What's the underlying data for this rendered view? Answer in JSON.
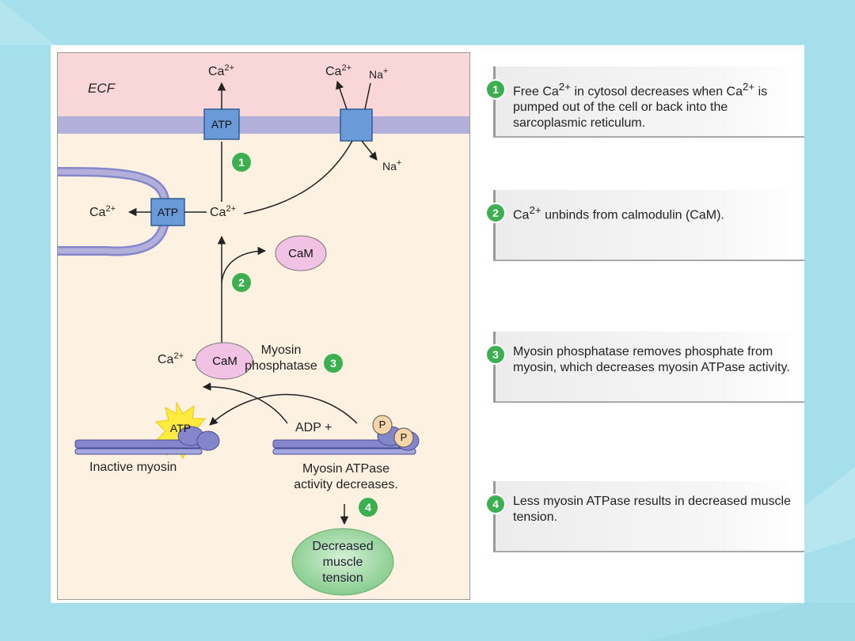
{
  "diagram": {
    "ecf_label": "ECF",
    "pump_label": "ATP",
    "sr_pump_label": "ATP",
    "top_ca_label": "Ca",
    "top_ca_sup": "2+",
    "exchanger_ca_label": "Ca",
    "exchanger_ca_sup": "2+",
    "na_top_label": "Na",
    "na_top_sup": "+",
    "na_bottom_label": "Na",
    "na_bottom_sup": "+",
    "cytosol_ca_label": "Ca",
    "cytosol_ca_sup": "2+",
    "sr_ca_label": "Ca",
    "sr_ca_sup": "2+",
    "cam_free_label": "CaM",
    "ca_cam_ca_label": "Ca",
    "ca_cam_ca_sup": "2+",
    "ca_cam_label": "CaM",
    "myosin_phosphatase_label": "Myosin\nphosphatase",
    "atp_burst_label": "ATP",
    "adp_label": "ADP +",
    "phosphate_label": "P",
    "inactive_myosin_label": "Inactive myosin",
    "atpase_decrease_label": "Myosin ATPase\nactivity decreases.",
    "result_label": "Decreased\nmuscle\ntension",
    "badges": [
      "1",
      "2",
      "3",
      "4"
    ]
  },
  "steps": [
    {
      "num": "1",
      "text_a": "Free Ca",
      "sup_a": "2+",
      "text_b": " in cytosol decreases when Ca",
      "sup_b": "2+",
      "text_c": " is pumped out of the cell or back into the sarcoplasmic reticulum."
    },
    {
      "num": "2",
      "text_a": "Ca",
      "sup_a": "2+",
      "text_b": " unbinds from calmodulin (CaM).",
      "sup_b": "",
      "text_c": ""
    },
    {
      "num": "3",
      "text_a": "Myosin phosphatase removes phosphate from myosin, which decreases myosin ATPase activity.",
      "sup_a": "",
      "text_b": "",
      "sup_b": "",
      "text_c": ""
    },
    {
      "num": "4",
      "text_a": "Less myosin ATPase results in decreased muscle tension.",
      "sup_a": "",
      "text_b": "",
      "sup_b": "",
      "text_c": ""
    }
  ],
  "colors": {
    "ecf": "#f9d7d9",
    "membrane": "#b2b0da",
    "cytosol": "#fdf2e1",
    "pump": "#6a9bd8",
    "cam": "#f2c2e4",
    "badge": "#3cb050",
    "result": "#a6dca8",
    "myosin": "#8486cc",
    "phosphate": "#f6d6a8"
  }
}
